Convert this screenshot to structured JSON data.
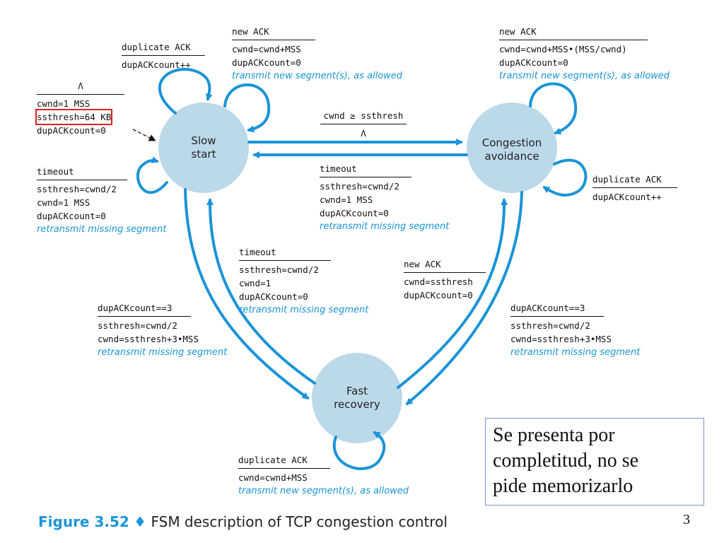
{
  "states": {
    "slow_start": {
      "line1": "Slow",
      "line2": "start"
    },
    "congestion_avoidance": {
      "line1": "Congestion",
      "line2": "avoidance"
    },
    "fast_recovery": {
      "line1": "Fast",
      "line2": "recovery"
    }
  },
  "transitions": {
    "init": {
      "event": "Λ",
      "actions": [
        "cwnd=1 MSS",
        "ssthresh=64 KB",
        "dupACKcount=0"
      ]
    },
    "ss_dupack": {
      "event": "duplicate ACK",
      "actions": [
        "dupACKcount++"
      ]
    },
    "ss_newack": {
      "event": "new ACK",
      "actions": [
        "cwnd=cwnd+MSS",
        "dupACKcount=0"
      ],
      "note": "transmit new segment(s), as allowed"
    },
    "ss_timeout": {
      "event": "timeout",
      "actions": [
        "ssthresh=cwnd/2",
        "cwnd=1 MSS",
        "dupACKcount=0"
      ],
      "note": "retransmit missing segment"
    },
    "ss_to_ca": {
      "event": "cwnd ≥ ssthresh",
      "actions": [
        "Λ"
      ]
    },
    "ca_to_ss_timeout": {
      "event": "timeout",
      "actions": [
        "ssthresh=cwnd/2",
        "cwnd=1 MSS",
        "dupACKcount=0"
      ],
      "note": "retransmit missing segment"
    },
    "ca_newack": {
      "event": "new ACK",
      "actions": [
        "cwnd=cwnd+MSS•(MSS/cwnd)",
        "dupACKcount=0"
      ],
      "note": "transmit new segment(s), as allowed"
    },
    "ca_dupack": {
      "event": "duplicate ACK",
      "actions": [
        "dupACKcount++"
      ]
    },
    "fr_to_ss_timeout": {
      "event": "timeout",
      "actions": [
        "ssthresh=cwnd/2",
        "cwnd=1",
        "dupACKcount=0"
      ],
      "note": "retransmit missing segment"
    },
    "fr_to_ca_newack": {
      "event": "new ACK",
      "actions": [
        "cwnd=ssthresh",
        "dupACKcount=0"
      ]
    },
    "ss_to_fr": {
      "event": "dupACKcount==3",
      "actions": [
        "ssthresh=cwnd/2",
        "cwnd=ssthresh+3•MSS"
      ],
      "note": "retransmit missing segment"
    },
    "ca_to_fr": {
      "event": "dupACKcount==3",
      "actions": [
        "ssthresh=cwnd/2",
        "cwnd=ssthresh+3•MSS"
      ],
      "note": "retransmit missing segment"
    },
    "fr_dupack": {
      "event": "duplicate ACK",
      "actions": [
        "cwnd=cwnd+MSS"
      ],
      "note": "transmit new segment(s), as allowed"
    }
  },
  "note_box": {
    "line1": "Se presenta por",
    "line2": "completitud, no se",
    "line3": "pide memorizarlo"
  },
  "caption": {
    "figure": "Figure 3.52",
    "symbol": "♦",
    "text": "FSM description of TCP congestion control"
  },
  "page_number": "3",
  "colors": {
    "state_fill": "#bcd9ea",
    "arrow": "#1a94d8",
    "action_text": "#1a94d8",
    "highlight": "#e02020"
  }
}
